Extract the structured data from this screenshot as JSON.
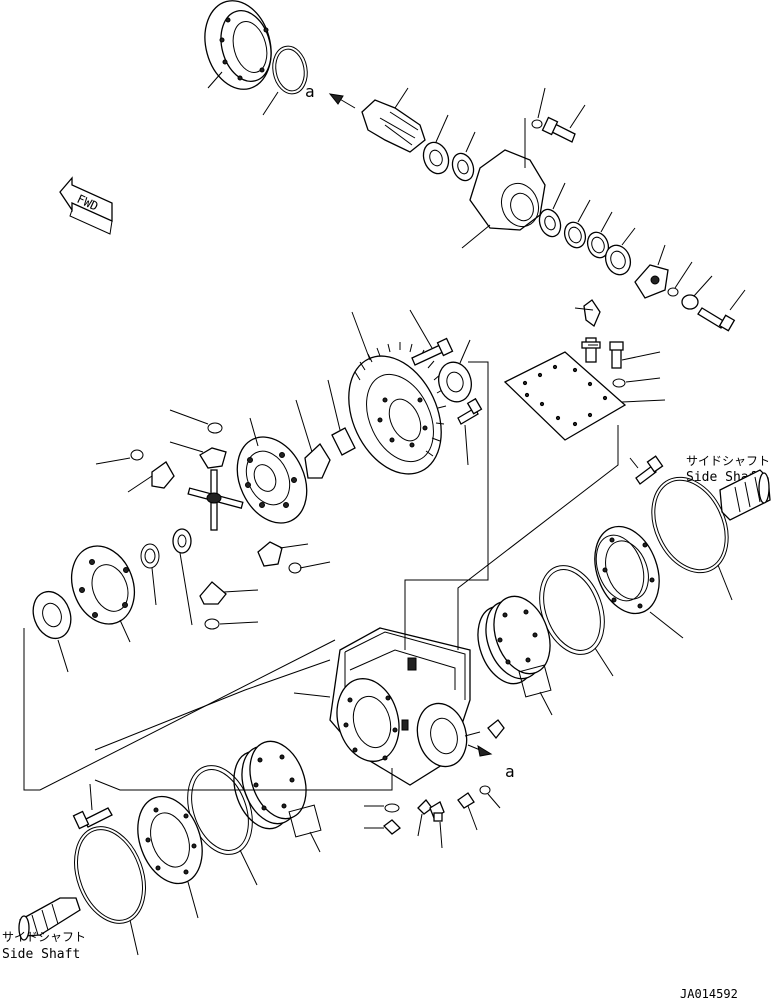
{
  "diagram": {
    "direction_marker": "FWD",
    "reference_letter_top": "a",
    "reference_letter_right": "a",
    "side_shaft_right": {
      "jp": "サイドシャフト",
      "en": "Side Shaft"
    },
    "side_shaft_left": {
      "jp": "サイドシャフト",
      "en": "Side Shaft"
    },
    "drawing_number": "JA014592"
  }
}
